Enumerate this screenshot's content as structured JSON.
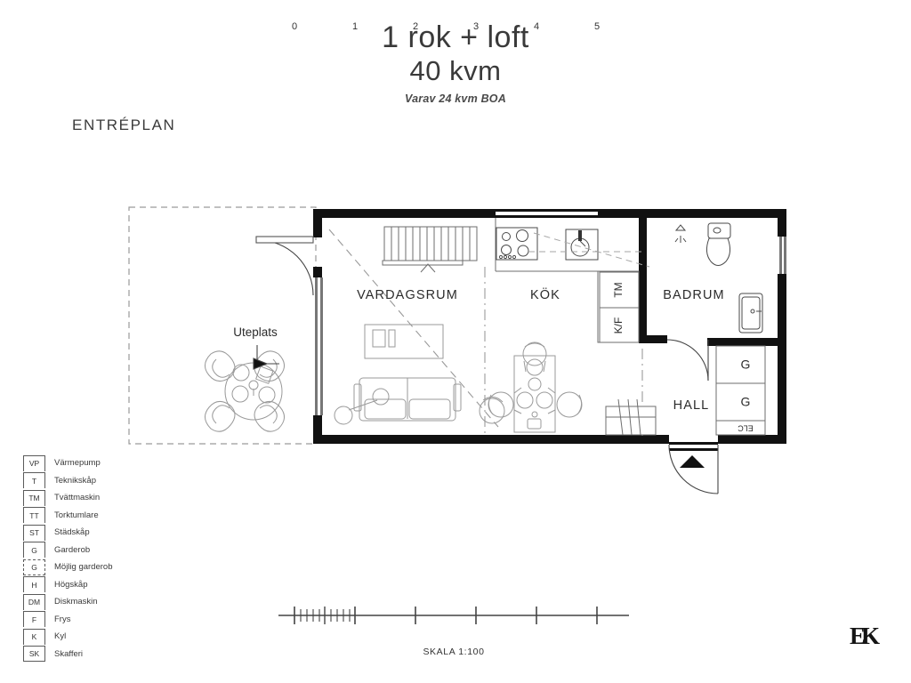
{
  "title": {
    "main": "1 rok + loft",
    "area": "40 kvm",
    "subtitle": "Varav 24 kvm BOA",
    "floor_label": "ENTRÉPLAN"
  },
  "plan": {
    "rooms": [
      {
        "name": "VARDAGSRUM"
      },
      {
        "name": "KÖK"
      },
      {
        "name": "BADRUM"
      },
      {
        "name": "HALL"
      }
    ],
    "outdoor_label": "Uteplats",
    "appliance_tags": [
      {
        "code": "TM"
      },
      {
        "code": "K/F"
      },
      {
        "code": "G"
      },
      {
        "code": "G"
      },
      {
        "code": "ELC"
      }
    ]
  },
  "legend": {
    "items": [
      {
        "code": "VP",
        "label": "Värmepump",
        "dashed": false
      },
      {
        "code": "T",
        "label": "Teknikskåp",
        "dashed": false
      },
      {
        "code": "TM",
        "label": "Tvättmaskin",
        "dashed": false
      },
      {
        "code": "TT",
        "label": "Torktumlare",
        "dashed": false
      },
      {
        "code": "ST",
        "label": "Städskåp",
        "dashed": false
      },
      {
        "code": "G",
        "label": "Garderob",
        "dashed": false
      },
      {
        "code": "G",
        "label": "Möjlig garderob",
        "dashed": true
      },
      {
        "code": "H",
        "label": "Högskåp",
        "dashed": false
      },
      {
        "code": "DM",
        "label": "Diskmaskin",
        "dashed": false
      },
      {
        "code": "F",
        "label": "Frys",
        "dashed": false
      },
      {
        "code": "K",
        "label": "Kyl",
        "dashed": false
      },
      {
        "code": "SK",
        "label": "Skafferi",
        "dashed": false
      }
    ]
  },
  "scale": {
    "caption": "SKALA 1:100",
    "ticks": [
      "0",
      "1",
      "2",
      "3",
      "4",
      "5"
    ]
  },
  "logo": {
    "text": "EK"
  },
  "colors": {
    "wall": "#111111",
    "furniture": "#9a9a9a",
    "line": "#444444",
    "text": "#3a3a3a",
    "background": "#ffffff"
  }
}
